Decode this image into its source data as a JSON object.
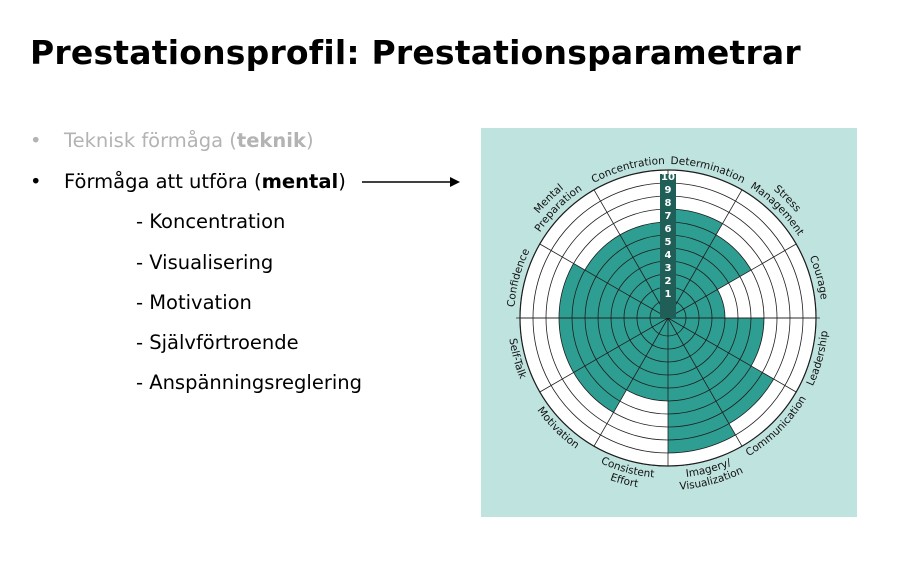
{
  "title": "Prestationsprofil: Prestationsparametrar",
  "bullets": {
    "item1": {
      "prefix": "Teknisk förmåga (",
      "bold": "teknik",
      "suffix": ")"
    },
    "item2": {
      "prefix": "Förmåga att utföra (",
      "bold": "mental",
      "suffix": ")"
    }
  },
  "sub_items": [
    "- Koncentration",
    "- Visualisering",
    "- Motivation",
    "- Självförtroende",
    "- Anspänningsreglering"
  ],
  "colors": {
    "panel_bg": "#bfe3df",
    "fill": "#2e9e92",
    "scale_bar": "#1f5f57",
    "bullet_dim": "#b3b3b3"
  },
  "chart_data": {
    "type": "radial-bar",
    "categories": [
      "Determination",
      "Stress Management",
      "Courage",
      "Leadership",
      "Communication",
      "Imagery/ Visualization",
      "Consistent Effort",
      "Motivation",
      "Self-Talk",
      "Confidence",
      "Mental Preparation",
      "Concentration"
    ],
    "values": [
      7,
      6,
      3,
      6,
      8,
      9,
      5,
      7,
      7,
      7,
      6,
      6
    ],
    "scale_labels": [
      "1",
      "2",
      "3",
      "4",
      "5",
      "6",
      "7",
      "8",
      "9",
      "10"
    ],
    "ylim": [
      0,
      10
    ],
    "title": "",
    "xlabel": "",
    "ylabel": ""
  }
}
